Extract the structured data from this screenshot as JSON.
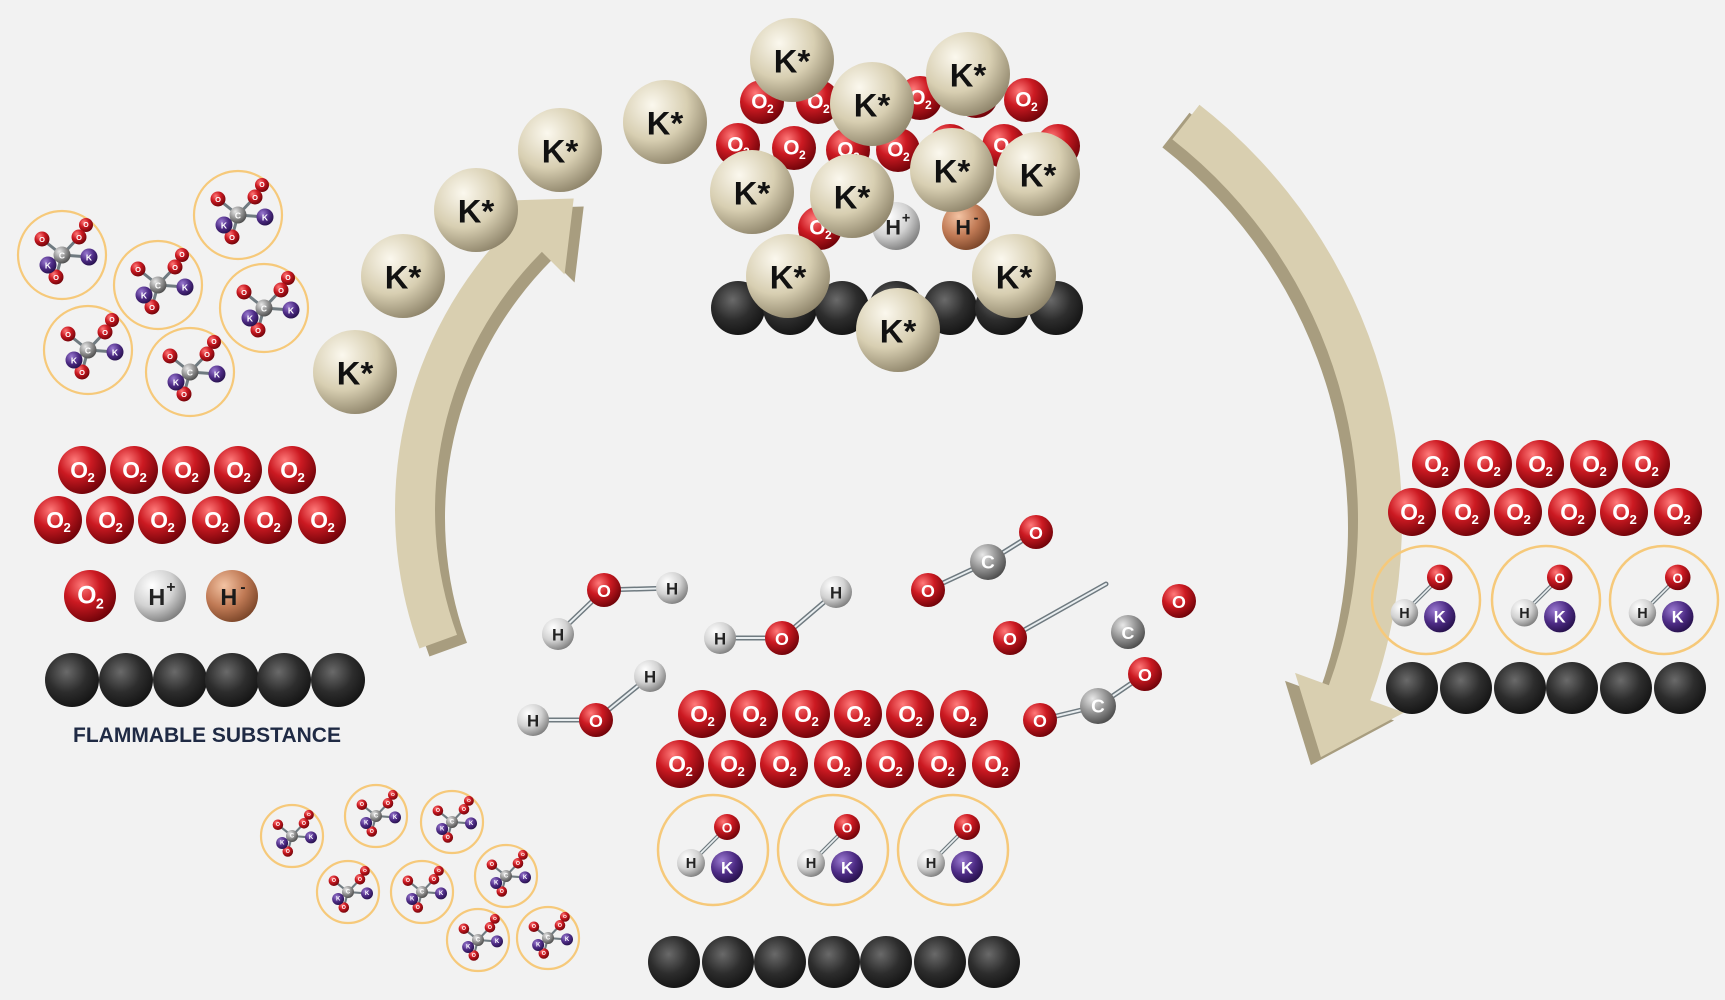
{
  "labels": {
    "legend_caption": "FLAMMABLE SUBSTANCE",
    "k_star": "K*",
    "k": "K",
    "o": "O",
    "h": "H",
    "c": "C",
    "o2_main": "O",
    "o2_sub": "2",
    "h_plus_main": "H",
    "h_plus_sup": "+",
    "h_minus_main": "H",
    "h_minus_sup": "-"
  },
  "colors": {
    "background": "#f2f2f2",
    "oxygen": "#c8141e",
    "carbon_atom": "#8c8c8c",
    "hydrogen": "#d9d9d9",
    "hydride": "#b87350",
    "potassium": "#4a2a80",
    "k_star": "#ddd5bd",
    "fuel": "#2b2b2b",
    "arrow": "#d9cfb0",
    "arrow_shade": "#a89d7f",
    "ring": "#f6c97a",
    "caption": "#1f2a44"
  },
  "icons": {
    "cycle_arrows": "curved-arrow-icon",
    "k_radical": "potassium-radical-icon",
    "oxygen": "oxygen-molecule-icon",
    "koh": "potassium-hydroxide-icon",
    "k2co3": "potassium-carbonate-icon",
    "fuel": "carbon-atom-icon"
  }
}
